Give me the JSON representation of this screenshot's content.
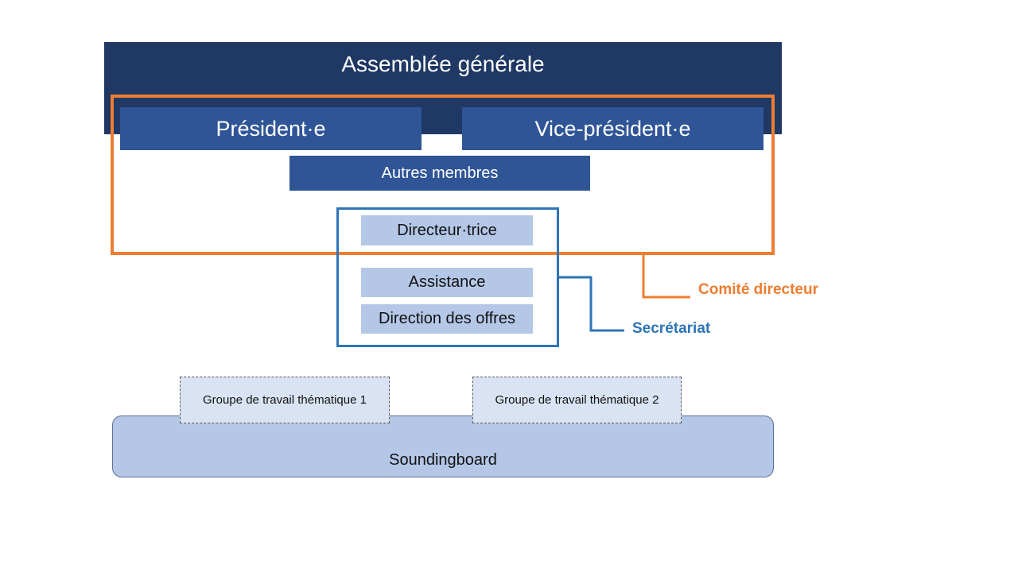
{
  "assemblee": {
    "label": "Assemblée générale"
  },
  "comite": {
    "president": "Président·e",
    "vice_president": "Vice-président·e",
    "autres_membres": "Autres membres",
    "label": "Comité directeur"
  },
  "secretariat": {
    "directeur": "Directeur·trice",
    "assistance": "Assistance",
    "direction_offres": "Direction des offres",
    "label": "Secrétariat"
  },
  "groupes": [
    {
      "label": "Groupe de travail thématique 1"
    },
    {
      "label": "Groupe de travail thématique 2"
    }
  ],
  "soundingboard": {
    "label": "Soundingboard"
  },
  "colors": {
    "assemblee_bg": "#1f3864",
    "dark_box_bg": "#2f5597",
    "light_box_bg": "#b4c7e7",
    "groupe_bg": "#dae3f3",
    "comite_accent": "#ed7d31",
    "secretariat_accent": "#2e75b6"
  }
}
